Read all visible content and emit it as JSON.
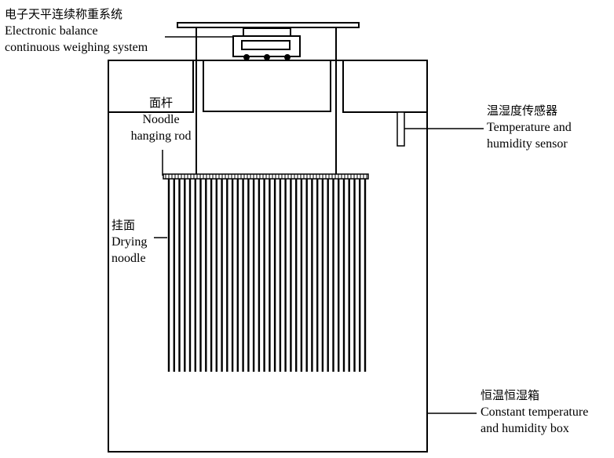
{
  "labels": {
    "balance": {
      "zh": "电子天平连续称重系统",
      "en_line1": "Electronic balance",
      "en_line2": "continuous weighing system"
    },
    "rod": {
      "zh": "面杆",
      "en_line1": "Noodle",
      "en_line2": "hanging rod"
    },
    "drying": {
      "zh": "挂面",
      "en_line1": "Drying",
      "en_line2": "noodle"
    },
    "sensor": {
      "zh": "温湿度传感器",
      "en_line1": "Temperature and",
      "en_line2": "humidity sensor"
    },
    "box": {
      "zh": "恒温恒湿箱",
      "en_line1": "Constant temperature",
      "en_line2": "and humidity box"
    }
  },
  "noodle_strand_count": 38
}
